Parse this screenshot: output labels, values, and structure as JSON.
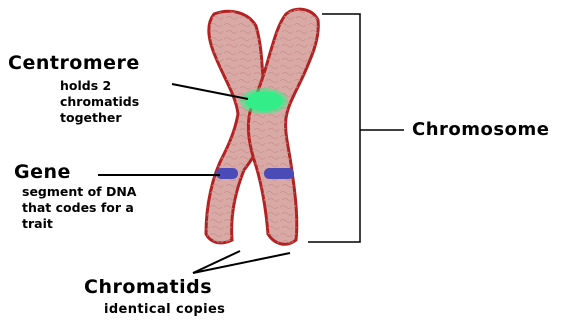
{
  "labels": {
    "centromere": {
      "title": "Centromere",
      "desc": [
        "holds 2",
        "chromatids",
        "together"
      ]
    },
    "gene": {
      "title": "Gene",
      "desc": [
        "segment of DNA",
        "that codes for a",
        "trait"
      ]
    },
    "chromosome": {
      "title": "Chromosome"
    },
    "chromatids": {
      "title": "Chromatids",
      "desc": "identical copies"
    }
  },
  "colors": {
    "chromatid_fill": "#d9a9a6",
    "chromatid_outline": "#b22222",
    "texture": "#c88f8c",
    "centromere": "#33ee88",
    "gene_band": "#4b4bb8",
    "lines": "#000000"
  }
}
